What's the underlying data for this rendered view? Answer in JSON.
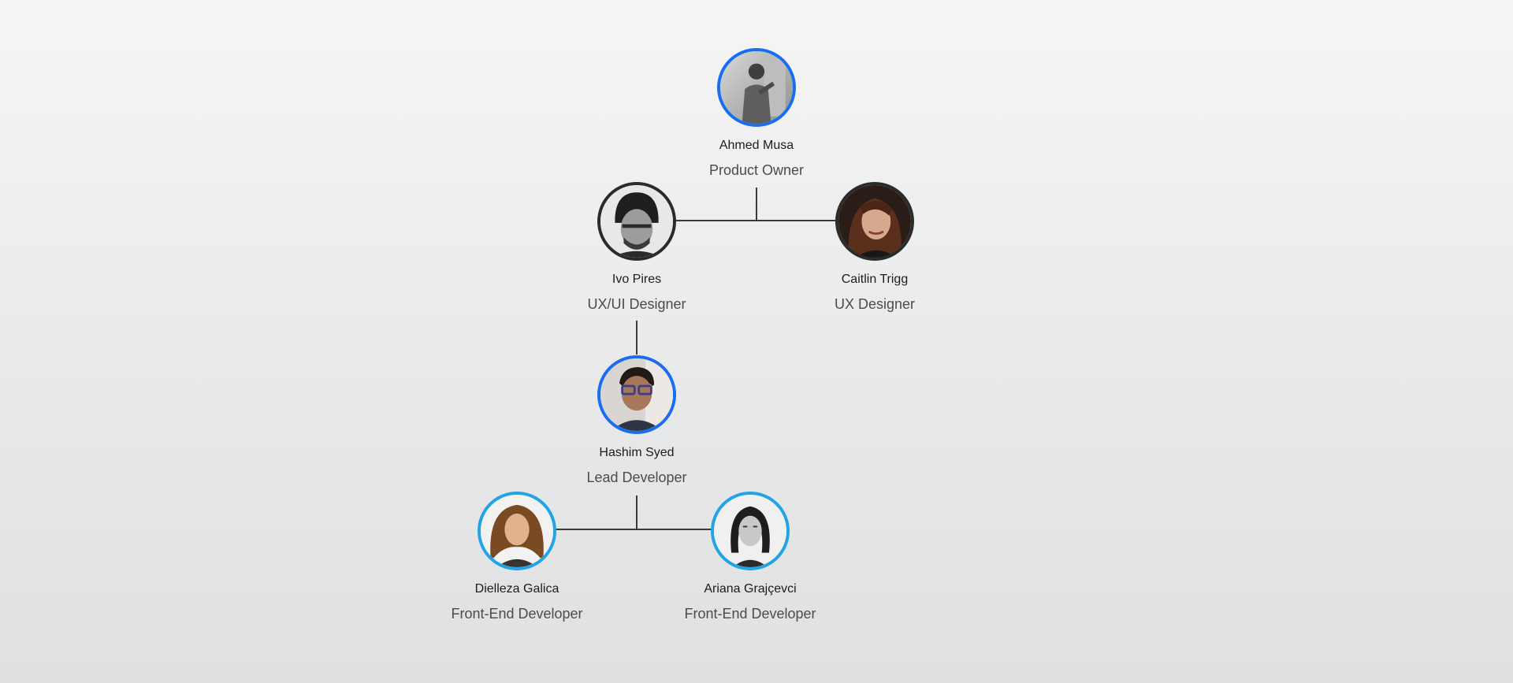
{
  "org_chart": {
    "nodes": [
      {
        "id": "ahmed",
        "name": "Ahmed Musa",
        "role": "Product Owner",
        "icon": "person-photo-icon",
        "ring_color": "#1a6df0"
      },
      {
        "id": "ivo",
        "name": "Ivo Pires",
        "role": "UX/UI Designer",
        "icon": "person-photo-icon",
        "ring_color": "#2b2b2b"
      },
      {
        "id": "caitlin",
        "name": "Caitlin Trigg",
        "role": "UX Designer",
        "icon": "person-photo-icon",
        "ring_color": "#2b2b2b"
      },
      {
        "id": "hashim",
        "name": "Hashim Syed",
        "role": "Lead Developer",
        "icon": "person-photo-icon",
        "ring_color": "#1a6df0"
      },
      {
        "id": "dielleza",
        "name": "Dielleza Galica",
        "role": "Front-End Developer",
        "icon": "person-photo-icon",
        "ring_color": "#21a3e6"
      },
      {
        "id": "ariana",
        "name": "Ariana Grajçevci",
        "role": "Front-End Developer",
        "icon": "person-photo-icon",
        "ring_color": "#21a3e6"
      }
    ],
    "edges": [
      {
        "from": "ahmed",
        "to": "ivo"
      },
      {
        "from": "ahmed",
        "to": "caitlin"
      },
      {
        "from": "ivo",
        "to": "hashim"
      },
      {
        "from": "hashim",
        "to": "dielleza"
      },
      {
        "from": "hashim",
        "to": "ariana"
      }
    ],
    "colors": {
      "connector": "#3a3a3a",
      "background_top": "#f5f5f5",
      "background_bottom": "#dfe0e2"
    }
  }
}
